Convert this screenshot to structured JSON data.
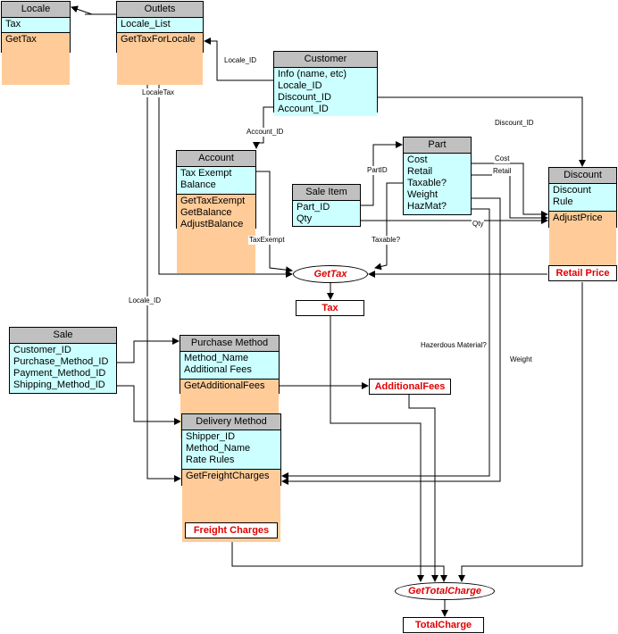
{
  "classes": {
    "locale": {
      "name": "Locale",
      "attributes": [
        "Tax"
      ],
      "methods": [
        "GetTax"
      ]
    },
    "outlets": {
      "name": "Outlets",
      "attributes": [
        "Locale_List"
      ],
      "methods": [
        "GetTaxForLocale"
      ]
    },
    "customer": {
      "name": "Customer",
      "attributes": [
        "Info (name, etc)",
        "Locale_ID",
        "Discount_ID",
        "Account_ID"
      ],
      "methods": []
    },
    "account": {
      "name": "Account",
      "attributes": [
        "Tax Exempt",
        "Balance"
      ],
      "methods": [
        "GetTaxExempt",
        "GetBalance",
        "AdjustBalance"
      ]
    },
    "part": {
      "name": "Part",
      "attributes": [
        "Cost",
        "Retail",
        "Taxable?",
        "Weight",
        "HazMat?"
      ],
      "methods": []
    },
    "sale_item": {
      "name": "Sale Item",
      "attributes": [
        "Part_ID",
        "Qty"
      ],
      "methods": []
    },
    "discount": {
      "name": "Discount",
      "attributes": [
        "Discount",
        "Rule"
      ],
      "methods": [
        "AdjustPrice"
      ]
    },
    "sale": {
      "name": "Sale",
      "attributes": [
        "Customer_ID",
        "Purchase_Method_ID",
        "Payment_Method_ID",
        "Shipping_Method_ID"
      ],
      "methods": []
    },
    "purchase_method": {
      "name": "Purchase Method",
      "attributes": [
        "Method_Name",
        "Additional Fees"
      ],
      "methods": [
        "GetAdditionalFees"
      ]
    },
    "delivery_method": {
      "name": "Delivery Method",
      "attributes": [
        "Shipper_ID",
        "Method_Name",
        "Rate Rules"
      ],
      "methods": [
        "GetFreightCharges"
      ]
    }
  },
  "processes": {
    "get_tax": "GetTax",
    "get_total_charge": "GetTotalCharge"
  },
  "outputs": {
    "tax": "Tax",
    "retail_price": "Retail Price",
    "additional_fees": "AdditionalFees",
    "freight_charges": "Freight Charges",
    "total_charge": "TotalCharge"
  },
  "edge_labels": {
    "locale_id_top": "Locale_ID",
    "locale_tax": "LocaleTax",
    "discount_id": "Discount_ID",
    "account_id": "Account_ID",
    "part_id": "PartID",
    "cost": "Cost",
    "retail": "Retail",
    "qty": "Qty",
    "tax_exempt": "TaxExempt",
    "taxable": "Taxable?",
    "locale_id_mid": "Locale_ID",
    "hazardous": "Hazerdous Material?",
    "weight": "Weight"
  },
  "colors": {
    "header": "#c0c0c0",
    "attributes": "#ccffff",
    "methods": "#ffcc99",
    "output_text": "#e00000"
  }
}
